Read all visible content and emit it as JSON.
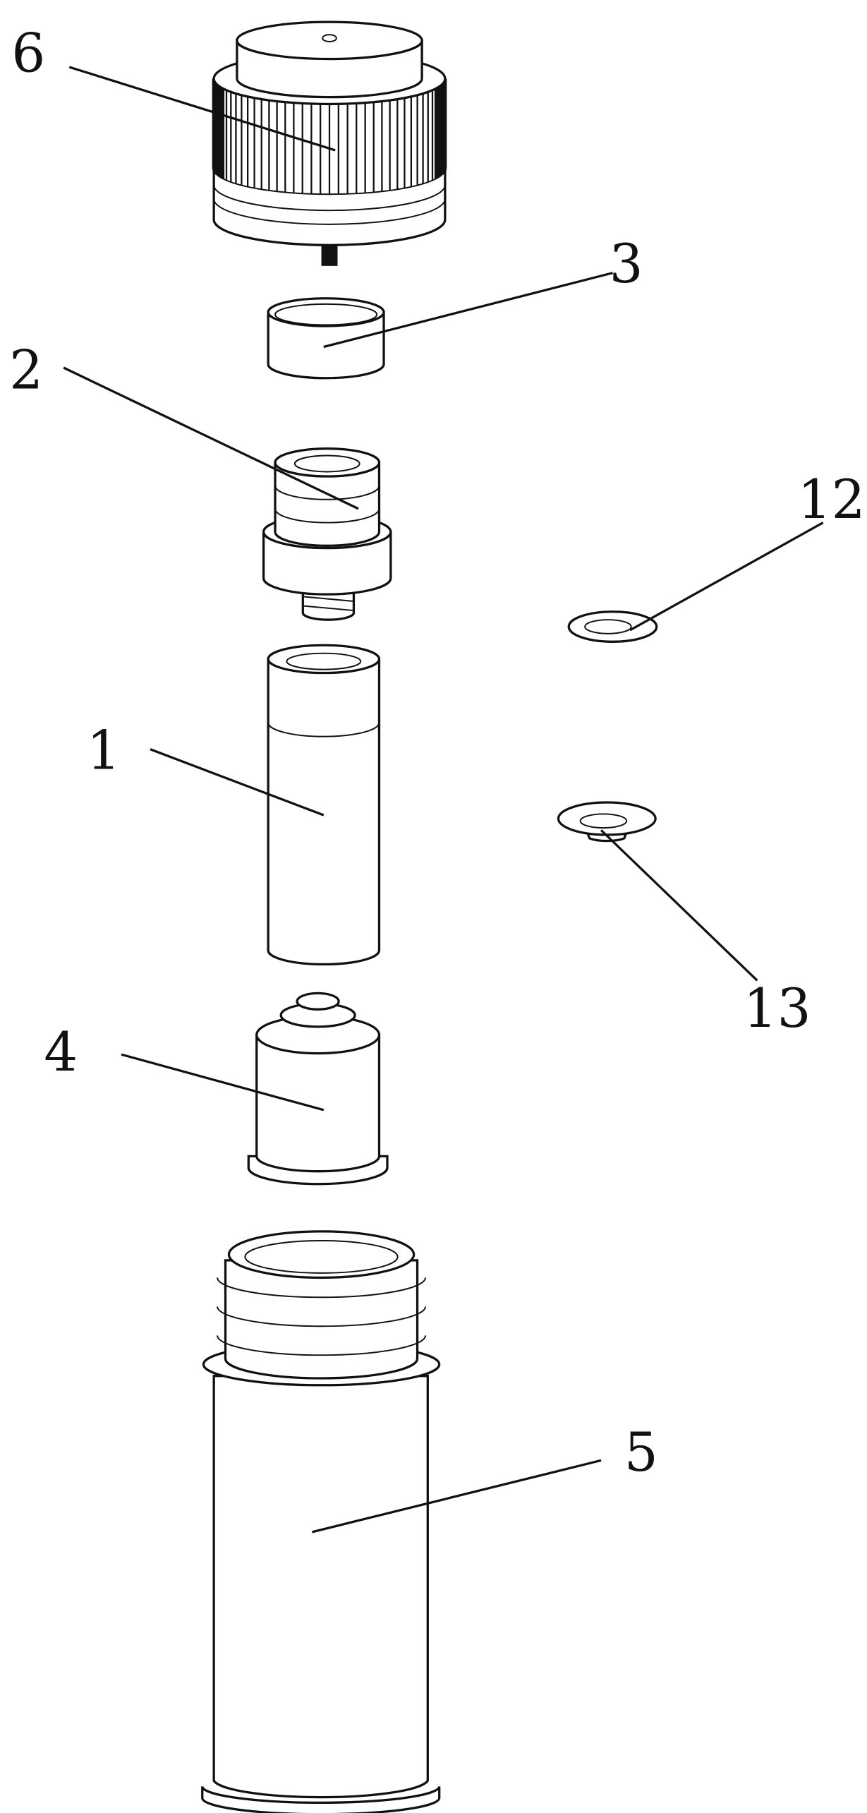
{
  "figure": {
    "labels": {
      "cap": "6",
      "ring": "3",
      "valve": "2",
      "washer_a": "12",
      "tube": "1",
      "washer_b": "13",
      "plug": "4",
      "bottle": "5"
    },
    "colors": {
      "line": "#111111",
      "background": "#ffffff"
    }
  }
}
